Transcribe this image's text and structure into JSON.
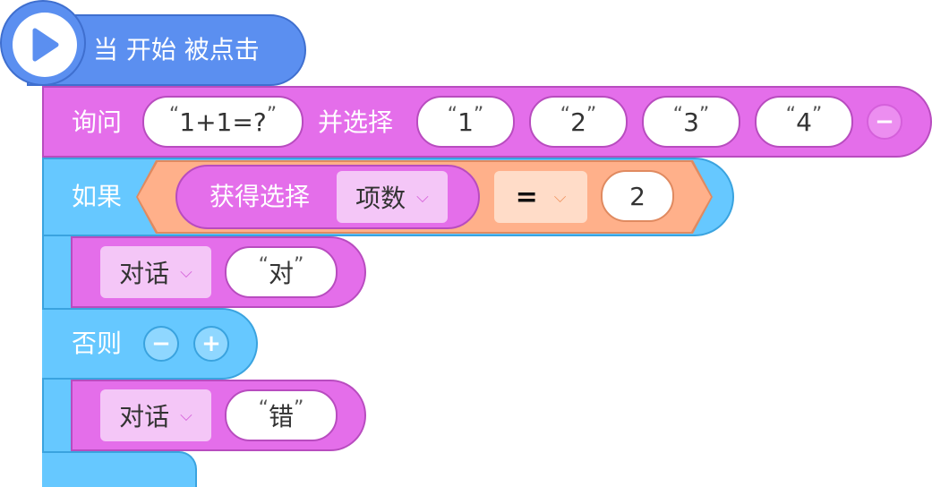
{
  "hat": {
    "label": "当 开始 被点击",
    "icon": "play-icon"
  },
  "ask": {
    "label": "询问",
    "question": "1+1=?",
    "choose_label": "并选择",
    "options": [
      "1",
      "2",
      "3",
      "4"
    ],
    "remove_symbol": "−"
  },
  "if_block": {
    "label": "如果",
    "get_choice_label": "获得选择",
    "get_choice_dropdown": "项数",
    "operator": "=",
    "compare_value": "2",
    "else_label": "否则",
    "else_minus": "−",
    "else_plus": "+"
  },
  "say_true": {
    "label": "对话",
    "text": "对"
  },
  "say_false": {
    "label": "对话",
    "text": "错"
  },
  "colors": {
    "event": "#5b8ff0",
    "looks": "#e46eea",
    "control": "#66c8ff",
    "operator": "#ffb08a"
  }
}
